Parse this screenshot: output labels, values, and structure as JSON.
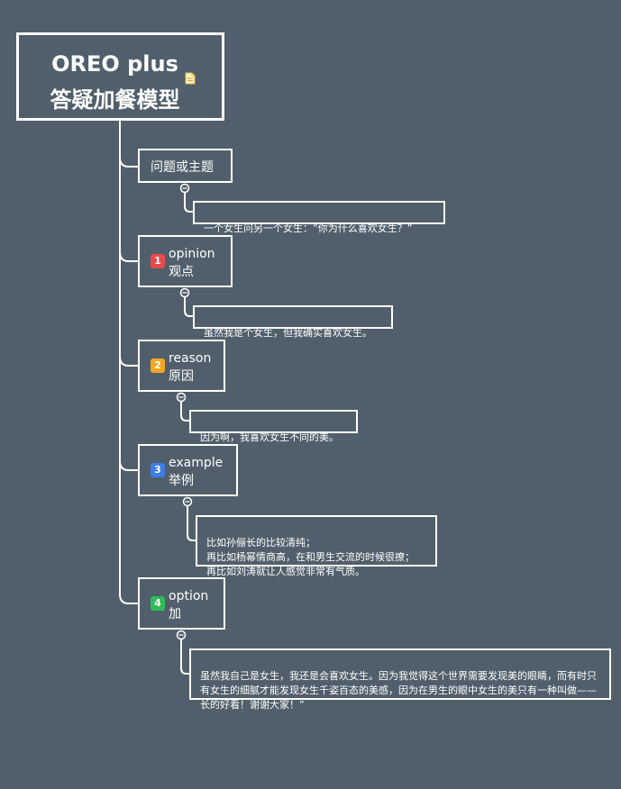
{
  "root": {
    "line1": "OREO plus",
    "line2": "答疑加餐模型",
    "note_icon": "note-icon"
  },
  "topics": [
    {
      "label": "问题或主题",
      "leaf": "一个女生问另一个女生：“你为什么喜欢女生？”"
    },
    {
      "badge": "1",
      "badge_color": "#e84a4a",
      "line1": "opinion",
      "line2": "观点",
      "leaf": "虽然我是个女生，但我确实喜欢女生。"
    },
    {
      "badge": "2",
      "badge_color": "#f5a623",
      "line1": "reason",
      "line2": "原因",
      "leaf": "因为啊，我喜欢女生不同的美。"
    },
    {
      "badge": "3",
      "badge_color": "#3d7de6",
      "line1": "example",
      "line2": "举例",
      "leaf": "比如孙俪长的比较清纯；\n再比如杨幂情商高，在和男生交流的时候很撩；\n再比如刘涛就让人感觉非常有气质。"
    },
    {
      "badge": "4",
      "badge_color": "#2ebd59",
      "line1": "option",
      "line2": "加",
      "leaf": "虽然我自己是女生，我还是会喜欢女生。因为我觉得这个世界需要发现美的眼睛，而有时只有女生的细腻才能发现女生千姿百态的美感，因为在男生的眼中女生的美只有一种叫做——长的好看！谢谢大家！”"
    }
  ]
}
